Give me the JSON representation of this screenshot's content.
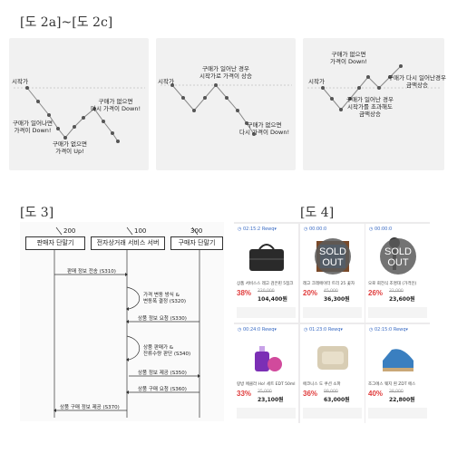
{
  "titles": {
    "fig2": "[도 2a]~[도 2c]",
    "fig3": "[도 3]",
    "fig4": "[도 4]"
  },
  "fig2a": {
    "start": "시작가",
    "l1": [
      "구매가 일어나면",
      "가격이 Down!"
    ],
    "l2": [
      "구매가 없으면",
      "가격이 Up!"
    ],
    "l3": [
      "구매가 없으면",
      "다시 가격이 Down!"
    ]
  },
  "fig2b": {
    "start": "시작가",
    "l1": [
      "구매가 일어난 경우",
      "시작가로 가격이 상승"
    ],
    "l2": [
      "구매가 없으면",
      "다시 가격이 Down!"
    ]
  },
  "fig2c": {
    "start": "시작가",
    "l1": [
      "구매가 없으면",
      "가격이 Down!"
    ],
    "l2": [
      "구매가 일어난 경우",
      "시작가를 초과해도",
      "금액상승"
    ],
    "l3": [
      "구매가 다시 일어난경우",
      "금액상승"
    ]
  },
  "fig3": {
    "nodes": [
      {
        "num": "200",
        "label": "판매자 단말기"
      },
      {
        "num": "100",
        "label": "전자상거래 서비스 서버"
      },
      {
        "num": "300",
        "label": "구매자 단말기"
      }
    ],
    "messages": [
      "판매 정보 전송 (S310)",
      "가격 변동 방식 &",
      "변동폭 결정 (S320)",
      "상품 정보 요청 (S330)",
      "상품 판매가 &",
      "잔류수량 판단 (S340)",
      "상품 정보 제공 (S350)",
      "상품 구매 요청 (S360)",
      "상품 구매 정보 제공 (S370)"
    ]
  },
  "fig4": {
    "products": [
      {
        "timer": "◷ 02:15:2 Rewq▾",
        "name": "상품 서비스스 레고 검은핀 5점크",
        "discount": "38%",
        "orig": "220,000",
        "price": "104,400원",
        "soldout": false,
        "icon": "bag"
      },
      {
        "timer": "◷ 00:00:0",
        "name": "레고 크레에이터 트리 25 꽃자",
        "discount": "20%",
        "orig": "45,000",
        "price": "36,300원",
        "soldout": true,
        "icon": "box"
      },
      {
        "timer": "◷ 00:00:0",
        "name": "오로 회전식 조명대 (가격인)",
        "discount": "26%",
        "orig": "32,000",
        "price": "23,600원",
        "soldout": true,
        "icon": "lamp"
      },
      {
        "timer": "◷ 00:24:0 Rewq▾",
        "name": "랑방 에클라 Ho! 세트 EDT 50ml",
        "discount": "33%",
        "orig": "35,000",
        "price": "23,100원",
        "soldout": false,
        "icon": "perfume"
      },
      {
        "timer": "◷ 01:23:0 Rewq▾",
        "name": "에코니스 도 쿠션 소파",
        "discount": "36%",
        "orig": "99,000",
        "price": "63,000원",
        "soldout": false,
        "icon": "sofa"
      },
      {
        "timer": "◷ 02:15:0 Rewq▾",
        "name": "조그에스 웨지 흰 ZDT 에스",
        "discount": "40%",
        "orig": "38,000",
        "price": "22,800원",
        "soldout": false,
        "icon": "shoe"
      }
    ],
    "soldout_line1": "SOLD",
    "soldout_line2": "OUT"
  }
}
